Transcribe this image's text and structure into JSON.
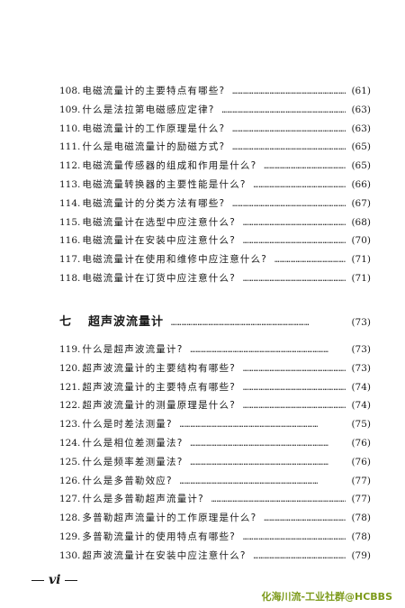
{
  "section_a": {
    "items": [
      {
        "num": "108.",
        "title": "电磁流量计的主要特点有哪些?",
        "page": "(61)"
      },
      {
        "num": "109.",
        "title": "什么是法拉第电磁感应定律?",
        "page": "(63)"
      },
      {
        "num": "110.",
        "title": "电磁流量计的工作原理是什么?",
        "page": "(63)"
      },
      {
        "num": "111.",
        "title": "什么是电磁流量计的励磁方式?",
        "page": "(65)"
      },
      {
        "num": "112.",
        "title": "电磁流量传感器的组成和作用是什么?",
        "page": "(65)"
      },
      {
        "num": "113.",
        "title": "电磁流量转换器的主要性能是什么?",
        "page": "(66)"
      },
      {
        "num": "114.",
        "title": "电磁流量计的分类方法有哪些?",
        "page": "(67)"
      },
      {
        "num": "115.",
        "title": "电磁流量计在选型中应注意什么?",
        "page": "(68)"
      },
      {
        "num": "116.",
        "title": "电磁流量计在安装中应注意什么?",
        "page": "(70)"
      },
      {
        "num": "117.",
        "title": "电磁流量计在使用和维修中应注意什么?",
        "page": "(71)"
      },
      {
        "num": "118.",
        "title": "电磁流量计在订货中应注意什么?",
        "page": "(71)"
      }
    ]
  },
  "chapter": {
    "number": "七",
    "title": "超声波流量计",
    "page": "(73)"
  },
  "section_b": {
    "items": [
      {
        "num": "119.",
        "title": "什么是超声波流量计?",
        "page": "(73)"
      },
      {
        "num": "120.",
        "title": "超声波流量计的主要结构有哪些?",
        "page": "(73)"
      },
      {
        "num": "121.",
        "title": "超声波流量计的主要特点有哪些?",
        "page": "(74)"
      },
      {
        "num": "122.",
        "title": "超声波流量计的测量原理是什么?",
        "page": "(74)"
      },
      {
        "num": "123.",
        "title": "什么是时差法测量?",
        "page": "(75)"
      },
      {
        "num": "124.",
        "title": "什么是相位差测量法?",
        "page": "(76)"
      },
      {
        "num": "125.",
        "title": "什么是频率差测量法?",
        "page": "(76)"
      },
      {
        "num": "126.",
        "title": "什么是多普勒效应?",
        "page": "(77)"
      },
      {
        "num": "127.",
        "title": "什么是多普勒超声流量计?",
        "page": "(77)"
      },
      {
        "num": "128.",
        "title": "多普勒超声流量计的工作原理是什么?",
        "page": "(78)"
      },
      {
        "num": "129.",
        "title": "多普勒流量计的使用特点有哪些?",
        "page": "(78)"
      },
      {
        "num": "130.",
        "title": "超声波流量计在安装中应注意什么?",
        "page": "(79)"
      }
    ]
  },
  "footer": {
    "page_roman": "vi"
  },
  "watermark": {
    "text": "化海川流-工业社群@HCBBS"
  }
}
